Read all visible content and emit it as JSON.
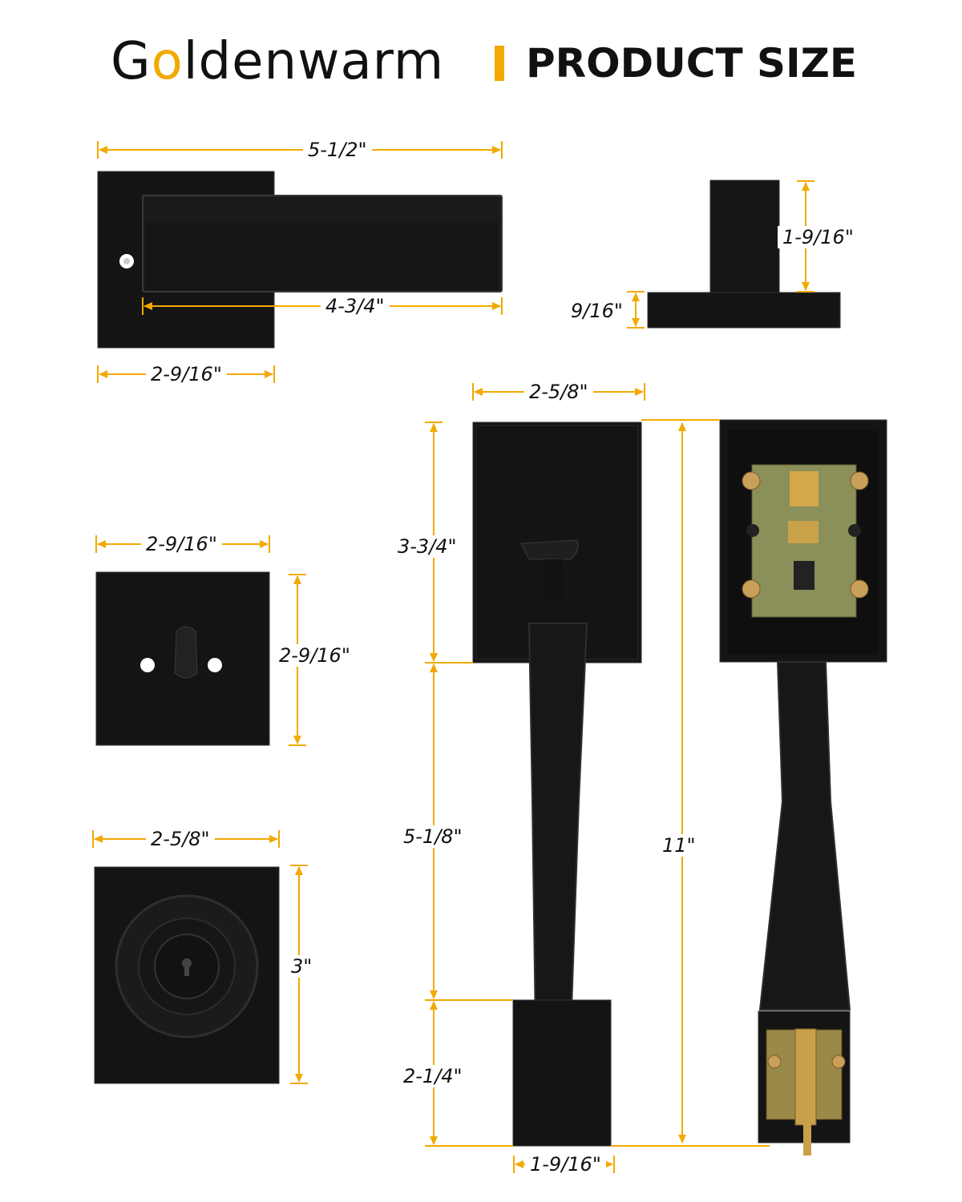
{
  "header": {
    "brand_prefix": "G",
    "brand_accent": "o",
    "brand_suffix": "ldenwarm",
    "separator": "|",
    "title": "PRODUCT SIZE"
  },
  "colors": {
    "accent": "#f2a900",
    "hardware": "#111111",
    "background": "#ffffff"
  },
  "lever": {
    "total_length": "5-1/2\"",
    "lever_length": "4-3/4\"",
    "rose_width": "2-9/16\"",
    "projection": "1-9/16\"",
    "rose_thickness": "9/16\""
  },
  "deadbolt_thumbturn": {
    "width": "2-9/16\"",
    "height": "2-9/16\""
  },
  "deadbolt_keyed": {
    "width": "2-5/8\"",
    "height": "3\""
  },
  "handleset": {
    "plate_width": "2-5/8\"",
    "top_section": "3-3/4\"",
    "middle_section": "5-1/8\"",
    "bottom_section": "2-1/4\"",
    "bottom_width": "1-9/16\"",
    "total_height": "11\""
  }
}
